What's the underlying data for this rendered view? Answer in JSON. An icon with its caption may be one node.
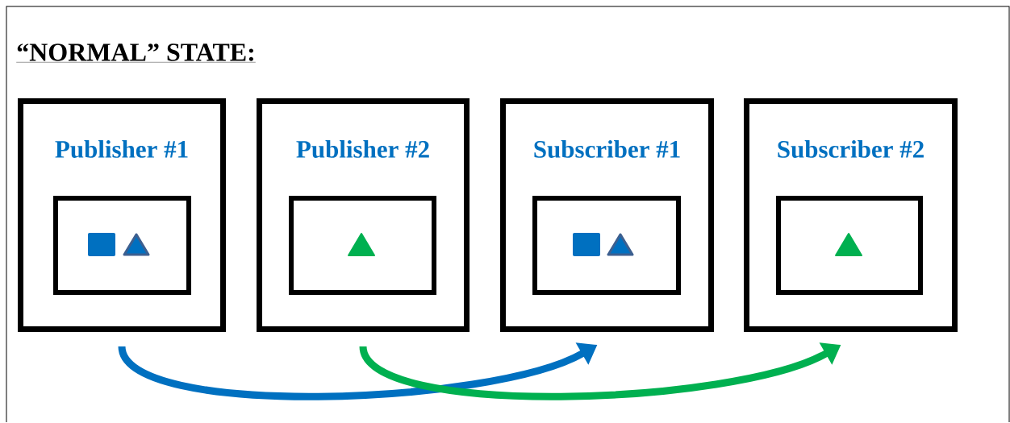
{
  "diagram": {
    "title": "“NORMAL” STATE:",
    "nodes": [
      {
        "text": [
          "Publisher #1"
        ]
      },
      {
        "text": [],
        "shape": "box",
        "in": 0
      },
      {
        "text": [
          "Publisher #2"
        ]
      },
      {
        "text": [],
        "shape": "box",
        "in": 2
      },
      {
        "text": [
          "Subscriber #1"
        ]
      },
      {
        "text": [],
        "shape": "box",
        "in": 4
      },
      {
        "text": [
          "Subscriber #2"
        ]
      },
      {
        "text": [],
        "shape": "box",
        "in": 6
      }
    ],
    "edges": [
      {
        "from": 0,
        "to": 4,
        "arrow": "to",
        "color": "#0070c0"
      },
      {
        "from": 2,
        "to": 6,
        "arrow": "to",
        "color": "#00b050"
      }
    ]
  }
}
